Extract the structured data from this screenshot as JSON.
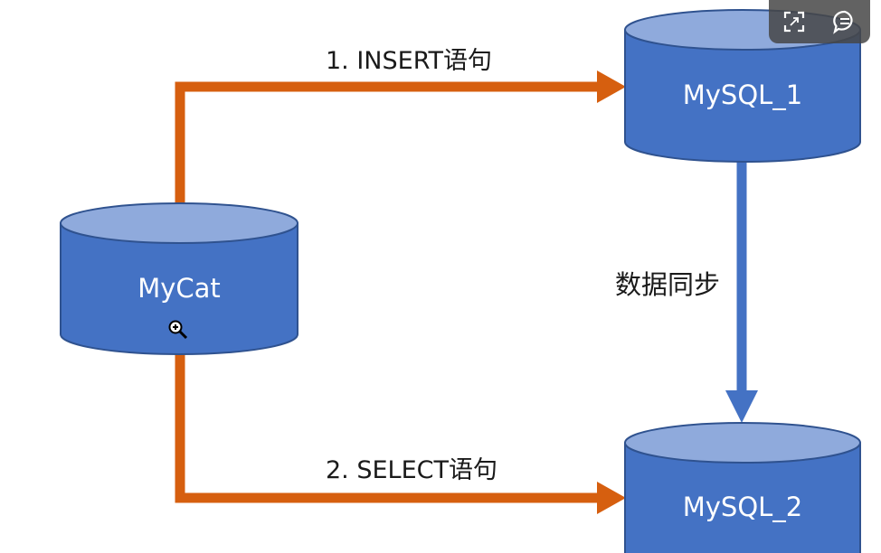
{
  "diagram": {
    "nodes": {
      "mycat": {
        "label": "MyCat"
      },
      "mysql1": {
        "label": "MySQL_1"
      },
      "mysql2": {
        "label": "MySQL_2"
      }
    },
    "edges": {
      "insert": {
        "label": "1. INSERT语句"
      },
      "select": {
        "label": "2. SELECT语句"
      },
      "sync": {
        "label": "数据同步"
      }
    },
    "colors": {
      "db_fill": "#4472c4",
      "db_top": "#8faadc",
      "db_stroke": "#2f528f",
      "arrow_orange": "#d65f0f",
      "arrow_blue": "#4472c4"
    }
  },
  "toolbar": {
    "fullscreen_icon": "fullscreen-icon",
    "comment_icon": "comment-icon"
  },
  "cursor": {
    "icon": "zoom-in-cursor-icon"
  }
}
